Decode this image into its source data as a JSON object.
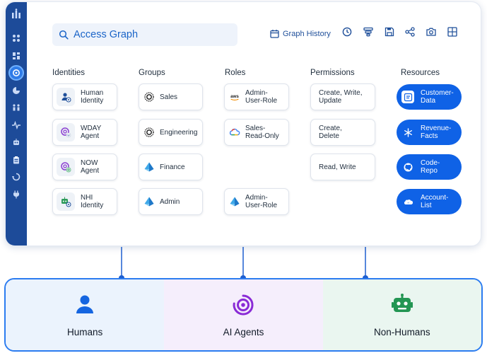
{
  "search": {
    "text": "Access Graph"
  },
  "toolbar": {
    "graph_history_label": "Graph History",
    "icons": [
      "clock-icon",
      "filter-icon",
      "save-icon",
      "share-icon",
      "camera-icon",
      "grid-icon"
    ]
  },
  "sidebar": {
    "items": [
      "apps-icon",
      "dashboard-icon",
      "access-graph-icon",
      "pie-chart-icon",
      "people-icon",
      "activity-icon",
      "robot-icon",
      "clipboard-icon",
      "recycle-icon",
      "plug-icon"
    ],
    "active": "access-graph-icon"
  },
  "columns": {
    "identities": "Identities",
    "groups": "Groups",
    "roles": "Roles",
    "permissions": "Permissions",
    "resources": "Resources"
  },
  "identities": [
    {
      "line1": "Human",
      "line2": "Identity",
      "icon": "user-icon"
    },
    {
      "line1": "WDAY",
      "line2": "Agent",
      "icon": "agent-icon"
    },
    {
      "line1": "NOW",
      "line2": "Agent",
      "icon": "agent-icon"
    },
    {
      "line1": "NHI",
      "line2": "Identity",
      "icon": "robot-icon"
    }
  ],
  "groups": [
    {
      "label": "Sales",
      "icon": "okta-icon"
    },
    {
      "label": "Engineering",
      "icon": "okta-icon"
    },
    {
      "label": "Finance",
      "icon": "azure-icon"
    },
    {
      "label": "Admin",
      "icon": "azure-icon"
    }
  ],
  "roles": [
    {
      "line1": "Admin-",
      "line2": "User-Role",
      "icon": "aws-icon"
    },
    {
      "line1": "Sales-",
      "line2": "Read-Only",
      "icon": "gcp-icon"
    },
    {
      "line1": "Admin-",
      "line2": "User-Role",
      "icon": "azure-icon"
    }
  ],
  "permissions": [
    {
      "line1": "Create, Write,",
      "line2": "Update"
    },
    {
      "line1": "Create,",
      "line2": "Delete"
    },
    {
      "line1": "Read, Write",
      "line2": ""
    }
  ],
  "resources": [
    {
      "line1": "Customer-",
      "line2": "Data",
      "icon": "database-icon"
    },
    {
      "line1": "Revenue-",
      "line2": "Facts",
      "icon": "snowflake-icon"
    },
    {
      "line1": "Code-",
      "line2": "Repo",
      "icon": "github-icon"
    },
    {
      "line1": "Account-",
      "line2": "List",
      "icon": "salesforce-icon"
    }
  ],
  "bottom": {
    "humans": "Humans",
    "ai_agents": "AI Agents",
    "non_humans": "Non-Humans"
  },
  "colors": {
    "brand": "#1d4b99",
    "accent": "#0f62e6",
    "edge": "#5aa8ec"
  }
}
